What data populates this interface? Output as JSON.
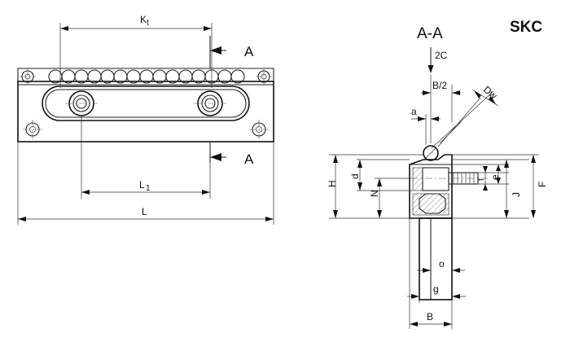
{
  "title": "SKC",
  "section_label": "A-A",
  "left_view": {
    "section_marker_top": "A",
    "section_marker_bottom": "A",
    "dim_kt": "K",
    "dim_kt_sub": "t",
    "dim_l1": "L",
    "dim_l1_sub": "1",
    "dim_l": "L"
  },
  "right_view": {
    "dim_2c": "2C",
    "dim_b2": "B/2",
    "dim_dw": "Dw",
    "dim_a": "a",
    "dim_h": "H",
    "dim_d": "d",
    "dim_n": "N",
    "dim_f": "f",
    "dim_e": "e",
    "dim_j": "J",
    "dim_F": "F",
    "dim_o": "o",
    "dim_g": "g",
    "dim_B": "B"
  }
}
